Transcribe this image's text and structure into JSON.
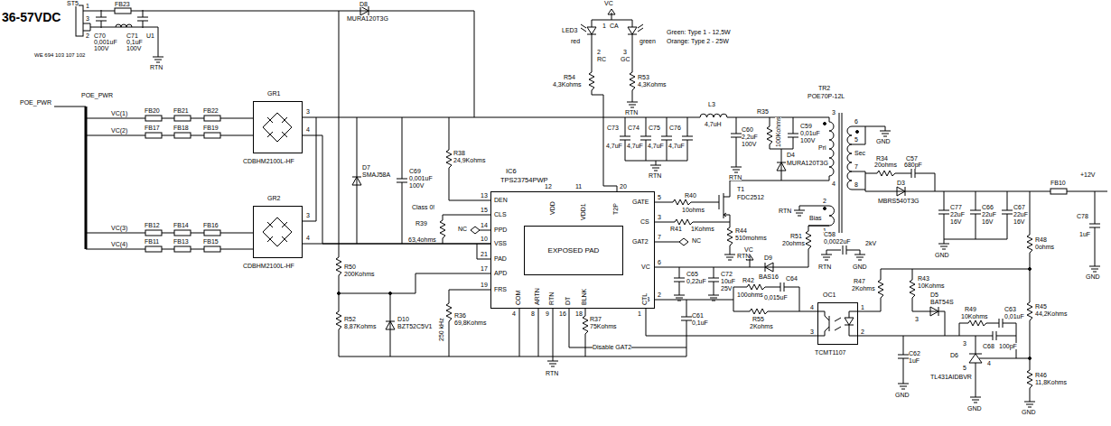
{
  "diagram": {
    "nodes": [
      {
        "text": [
          "GR1",
          "CDBHM2100L-HF"
        ]
      },
      {
        "text": [
          "GR2",
          "CDBHM2100L-HF"
        ]
      },
      {
        "text": [
          "IC6",
          "TPS23754PWP"
        ]
      },
      {
        "text": [
          "EXPOSED PAD"
        ],
        "in": 2
      },
      {
        "text": [
          "OC1",
          "TCMT1107"
        ]
      }
    ],
    "edges": [
      {
        "from": 0,
        "to": 2,
        "arrow": "none"
      },
      {
        "from": 1,
        "to": 2,
        "arrow": "none"
      }
    ],
    "labels": [
      "36-57VDC",
      "ST5",
      "1",
      "3",
      "2",
      "FB23",
      "C70",
      "0,001uF",
      "100V",
      "C71",
      "0,1uF",
      "100V",
      "U1",
      "WE 694 103 107 102",
      "RTN",
      "D8",
      "MURA120T3G",
      "VC",
      "LED3",
      "1",
      "CA",
      "red",
      "green",
      "2",
      "RC",
      "3",
      "GC",
      "Green: Type 1 - 12,5W",
      "Orange: Type 2 - 25W",
      "R54",
      "4,3Kohms",
      "R53",
      "4,3Kohms",
      "RTN",
      "POE_PWR",
      "POE_PWR",
      "VC(1)",
      "VC(2)",
      "VC(3)",
      "VC(4)",
      "FB20",
      "FB21",
      "FB22",
      "FB17",
      "FB18",
      "FB19",
      "FB12",
      "FB14",
      "FB16",
      "FB11",
      "FB13",
      "FB15",
      "3",
      "4",
      "3",
      "4",
      "D7",
      "SMAJ58A",
      "C69",
      "0,001uF",
      "100V",
      "R38",
      "24,9Kohms",
      "13",
      "DEN",
      "15",
      "CLS",
      "14",
      "PPD",
      "10",
      "VSS",
      "21",
      "PAD",
      "17",
      "APD",
      "19",
      "FRS",
      "GATE",
      "5",
      "CS",
      "3",
      "GAT2",
      "7",
      "VC",
      "6",
      "VB",
      "2",
      "12",
      "VDD",
      "11",
      "VDD1",
      "20",
      "T2P",
      "COM",
      "4",
      "ARTN",
      "8",
      "RTN",
      "9",
      "DT",
      "16",
      "BLNK",
      "18",
      "CTL",
      "1",
      "Class 0!",
      "R39",
      "63,4ohms",
      "NC",
      "R50",
      "200Kohms",
      "R52",
      "8,87Kohms",
      "D10",
      "BZT52C5V1",
      "R36",
      "69,8Kohms",
      "250 kHz",
      "R37",
      "75Kohms",
      "Disable GAT2",
      "RTN",
      "C73",
      "4,7uF",
      "C74",
      "4,7uF",
      "C75",
      "4,7uF",
      "C76",
      "4,7uF",
      "RTN",
      "L3",
      "4,7uH",
      "C60",
      "2,2uF",
      "100V",
      "RTN",
      "R35",
      "100Kohms",
      "C59",
      "0,01uF",
      "100V",
      "D4",
      "MURA120T3G",
      "TR2",
      "POE70P-12L",
      "3",
      "4",
      "6",
      "5",
      "7",
      "8",
      "Pri",
      "Sec",
      "2",
      "1",
      "Bias",
      "GND",
      "R34",
      "20ohms",
      "C57",
      "680pF",
      "D3",
      "MBRS540T3G",
      "RTN",
      "R40",
      "10ohms",
      "R41",
      "1Kohms",
      "T1",
      "FDC2512",
      "R44",
      "510mohms",
      "RTN",
      "R51",
      "20ohms",
      "D9",
      "BAS16",
      "C58",
      "0,0022uF",
      "2kV",
      "RTN",
      "GND",
      "NC",
      "VC",
      "C65",
      "0,22uF",
      "C72",
      "10uF",
      "25V",
      "R42",
      "100ohms",
      "C64",
      "0,015uF",
      "R55",
      "2Kohms",
      "C61",
      "0,1uF",
      "C77",
      "22uF",
      "16V",
      "C66",
      "22uF",
      "16V",
      "C67",
      "22uF",
      "16V",
      "GND",
      "FB10",
      "+12V",
      "C78",
      "1uF",
      "GND",
      "R48",
      "0ohms",
      "R45",
      "44,2Kohms",
      "R46",
      "11,8Kohms",
      "GND",
      "4",
      "1",
      "3",
      "2",
      "R47",
      "2Kohms",
      "R43",
      "10Kohms",
      "D5",
      "BAT54S",
      "3",
      "R49",
      "10Kohms",
      "C63",
      "0,01uF",
      "C68",
      "100pF",
      "D6",
      "TL431AIDBVR",
      "3",
      "4",
      "5",
      "C62",
      "1uF",
      "GND",
      "GND"
    ]
  }
}
